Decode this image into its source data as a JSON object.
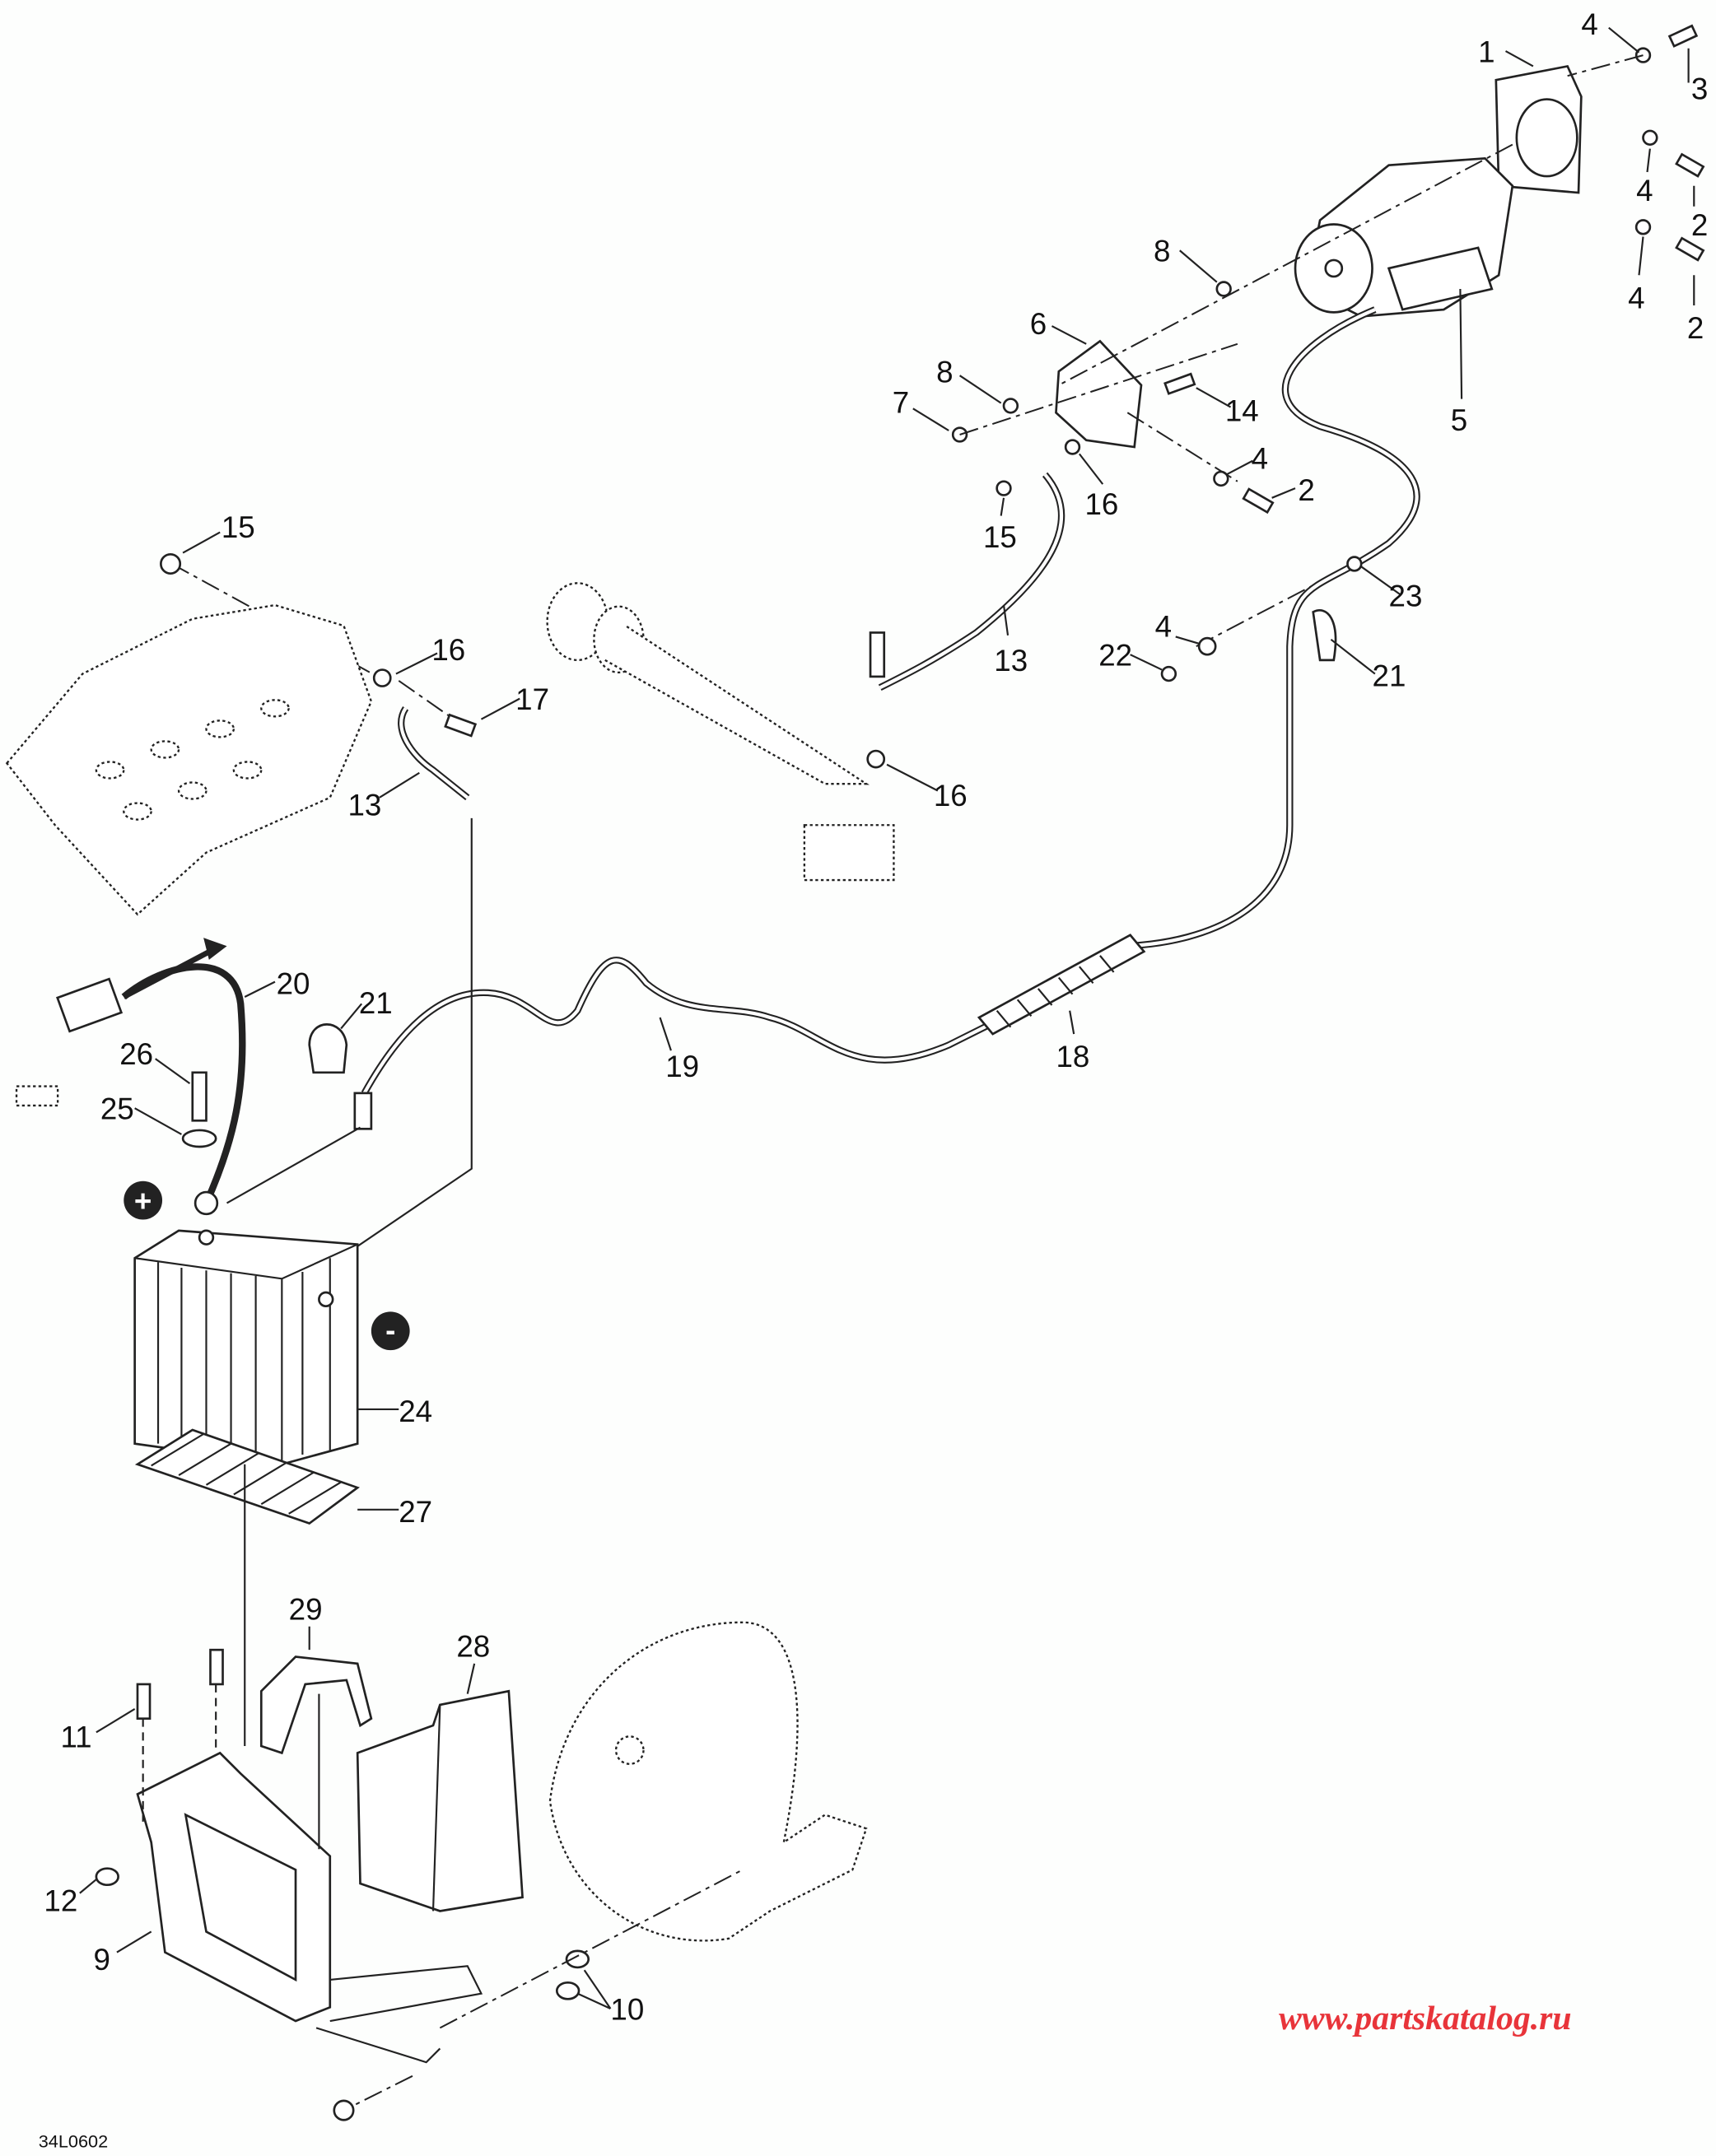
{
  "diagram": {
    "drawing_code": "34L0602",
    "watermark": "www.partskatalog.ru",
    "polarity": {
      "positive": "+",
      "negative": "-"
    },
    "callouts": [
      "1",
      "4",
      "3",
      "4",
      "2",
      "4",
      "2",
      "8",
      "5",
      "6",
      "8",
      "7",
      "14",
      "4",
      "2",
      "16",
      "15",
      "13",
      "23",
      "4",
      "22",
      "21",
      "16",
      "15",
      "16",
      "17",
      "13",
      "20",
      "21",
      "26",
      "25",
      "19",
      "18",
      "24",
      "27",
      "29",
      "28",
      "11",
      "12",
      "9",
      "10"
    ]
  },
  "colors": {
    "watermark": "#e8343a",
    "line": "#222222",
    "background": "#fdfefd"
  }
}
